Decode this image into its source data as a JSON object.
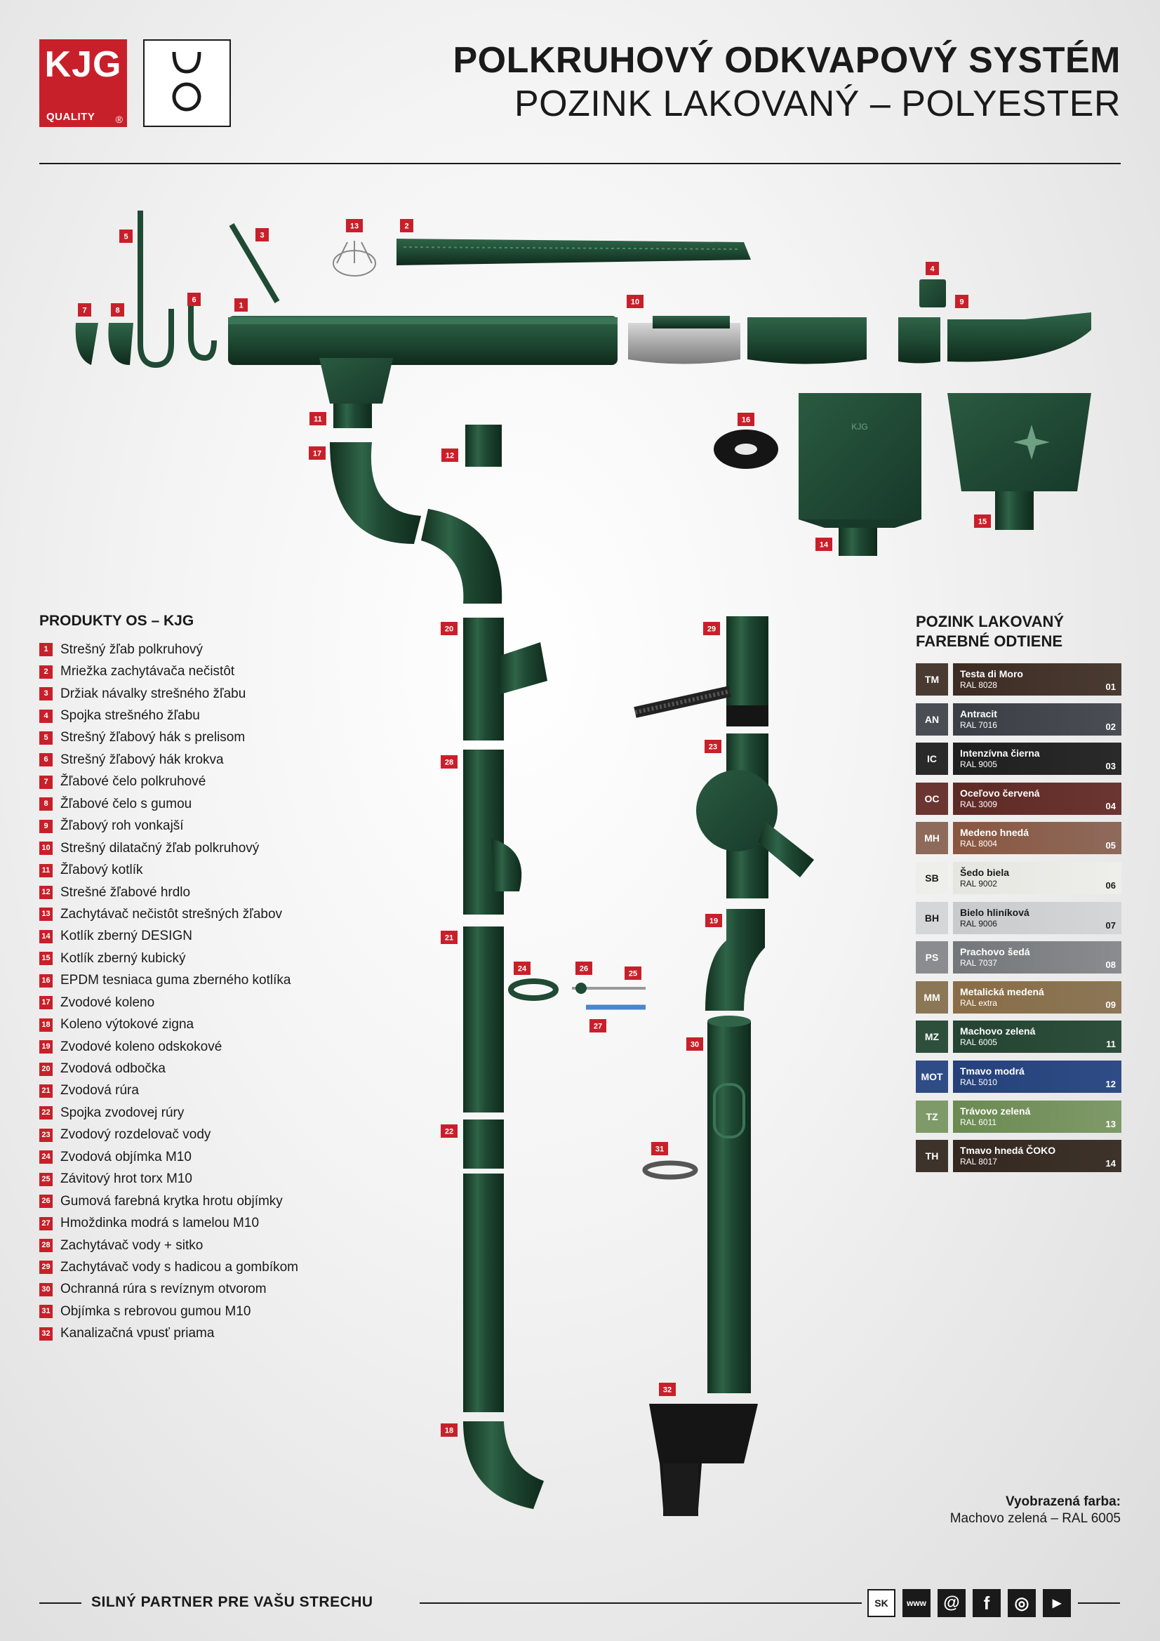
{
  "header": {
    "logo_text": "KJG",
    "logo_subtext": "QUALITY",
    "logo_mark": "®",
    "title_line1": "POLKRUHOVÝ ODKVAPOVÝ SYSTÉM",
    "title_line2": "POZINK LAKOVANÝ – POLYESTER"
  },
  "products": {
    "title": "PRODUKTY OS – KJG",
    "items": [
      {
        "no": "1",
        "label": "Strešný žľab polkruhový"
      },
      {
        "no": "2",
        "label": "Mriežka zachytávača nečistôt"
      },
      {
        "no": "3",
        "label": "Držiak návalky strešného žľabu"
      },
      {
        "no": "4",
        "label": "Spojka strešného žľabu"
      },
      {
        "no": "5",
        "label": "Strešný žľabový hák s prelisom"
      },
      {
        "no": "6",
        "label": "Strešný žľabový hák krokva"
      },
      {
        "no": "7",
        "label": "Žľabové čelo polkruhové"
      },
      {
        "no": "8",
        "label": "Žľabové čelo s gumou"
      },
      {
        "no": "9",
        "label": "Žľabový roh vonkajší"
      },
      {
        "no": "10",
        "label": "Strešný dilatačný žľab polkruhový"
      },
      {
        "no": "11",
        "label": "Žľabový kotlík"
      },
      {
        "no": "12",
        "label": "Strešné žľabové hrdlo"
      },
      {
        "no": "13",
        "label": "Zachytávač nečistôt strešných žľabov"
      },
      {
        "no": "14",
        "label": "Kotlík zberný DESIGN"
      },
      {
        "no": "15",
        "label": "Kotlík zberný kubický"
      },
      {
        "no": "16",
        "label": "EPDM tesniaca guma zberného kotlíka"
      },
      {
        "no": "17",
        "label": "Zvodové koleno"
      },
      {
        "no": "18",
        "label": "Koleno výtokové zigna"
      },
      {
        "no": "19",
        "label": "Zvodové koleno odskokové"
      },
      {
        "no": "20",
        "label": "Zvodová odbočka"
      },
      {
        "no": "21",
        "label": "Zvodová rúra"
      },
      {
        "no": "22",
        "label": "Spojka zvodovej rúry"
      },
      {
        "no": "23",
        "label": "Zvodový rozdelovač vody"
      },
      {
        "no": "24",
        "label": "Zvodová objímka M10"
      },
      {
        "no": "25",
        "label": "Závitový hrot torx M10"
      },
      {
        "no": "26",
        "label": "Gumová farebná krytka hrotu objímky"
      },
      {
        "no": "27",
        "label": "Hmoždinka modrá s lamelou M10"
      },
      {
        "no": "28",
        "label": "Zachytávač vody + sitko"
      },
      {
        "no": "29",
        "label": "Zachytávač vody s hadicou a gombíkom"
      },
      {
        "no": "30",
        "label": "Ochranná rúra s revíznym otvorom"
      },
      {
        "no": "31",
        "label": "Objímka s rebrovou gumou M10"
      },
      {
        "no": "32",
        "label": "Kanalizačná vpusť priama"
      }
    ]
  },
  "colors": {
    "title_line1": "POZINK LAKOVANÝ",
    "title_line2": "FAREBNÉ ODTIENE",
    "items": [
      {
        "code": "TM",
        "name": "Testa di Moro",
        "ral": "RAL 8028",
        "no": "01",
        "hex": "#3d2c24",
        "code_bg": "#4a3b32",
        "text": "#ffffff"
      },
      {
        "code": "AN",
        "name": "Antracit",
        "ral": "RAL 7016",
        "no": "02",
        "hex": "#3b3f45",
        "code_bg": "#4a4e54",
        "text": "#ffffff"
      },
      {
        "code": "IC",
        "name": "Intenzívna čierna",
        "ral": "RAL 9005",
        "no": "03",
        "hex": "#1f1f20",
        "code_bg": "#2a2a2b",
        "text": "#ffffff"
      },
      {
        "code": "OC",
        "name": "Oceľovo červená",
        "ral": "RAL 3009",
        "no": "04",
        "hex": "#5e2a26",
        "code_bg": "#6b3531",
        "text": "#ffffff"
      },
      {
        "code": "MH",
        "name": "Medeno hnedá",
        "ral": "RAL 8004",
        "no": "05",
        "hex": "#8a5640",
        "code_bg": "#8e6a5b",
        "text": "#ffffff"
      },
      {
        "code": "SB",
        "name": "Šedo biela",
        "ral": "RAL 9002",
        "no": "06",
        "hex": "#e6e6e1",
        "code_bg": "#eeeeea",
        "text": "#1a1a1a"
      },
      {
        "code": "BH",
        "name": "Bielo hliníková",
        "ral": "RAL 9006",
        "no": "07",
        "hex": "#c9cacc",
        "code_bg": "#d5d6d8",
        "text": "#1a1a1a"
      },
      {
        "code": "PS",
        "name": "Prachovo šedá",
        "ral": "RAL 7037",
        "no": "08",
        "hex": "#74777a",
        "code_bg": "#8a8c8f",
        "text": "#ffffff"
      },
      {
        "code": "MM",
        "name": "Metalická medená",
        "ral": "RAL extra",
        "no": "09",
        "hex": "#8a6d46",
        "code_bg": "#8b7656",
        "text": "#ffffff"
      },
      {
        "code": "MZ",
        "name": "Machovo zelená",
        "ral": "RAL 6005",
        "no": "11",
        "hex": "#254433",
        "code_bg": "#2d4f3b",
        "text": "#ffffff"
      },
      {
        "code": "MOT",
        "name": "Tmavo modrá",
        "ral": "RAL 5010",
        "no": "12",
        "hex": "#26417a",
        "code_bg": "#2f4c86",
        "text": "#ffffff"
      },
      {
        "code": "TZ",
        "name": "Trávovo zelená",
        "ral": "RAL 6011",
        "no": "13",
        "hex": "#6b8a52",
        "code_bg": "#7f9a69",
        "text": "#ffffff"
      },
      {
        "code": "TH",
        "name": "Tmavo hnedá ČOKO",
        "ral": "RAL 8017",
        "no": "14",
        "hex": "#33271f",
        "code_bg": "#3e332b",
        "text": "#ffffff"
      }
    ]
  },
  "shown_color": {
    "label": "Vyobrazená farba:",
    "value": "Machovo zelená – RAL 6005"
  },
  "diagram": {
    "parts_color": "#1f4a34",
    "accent": "#c8202a",
    "labels": [
      "1",
      "2",
      "3",
      "4",
      "5",
      "6",
      "7",
      "8",
      "9",
      "10",
      "11",
      "12",
      "13",
      "14",
      "15",
      "16",
      "17",
      "18",
      "19",
      "20",
      "21",
      "22",
      "23",
      "24",
      "25",
      "26",
      "27",
      "28",
      "29",
      "30",
      "31",
      "32"
    ],
    "hopper_logo": "KJG"
  },
  "footer": {
    "slogan": "SILNÝ PARTNER PRE VAŠU STRECHU",
    "icons": [
      {
        "name": "sk-icon",
        "text": "SK"
      },
      {
        "name": "www-icon",
        "text": "www"
      },
      {
        "name": "email-icon",
        "text": "@"
      },
      {
        "name": "facebook-icon",
        "text": "f"
      },
      {
        "name": "instagram-icon",
        "text": "◎"
      },
      {
        "name": "youtube-icon",
        "text": "▶"
      }
    ]
  }
}
